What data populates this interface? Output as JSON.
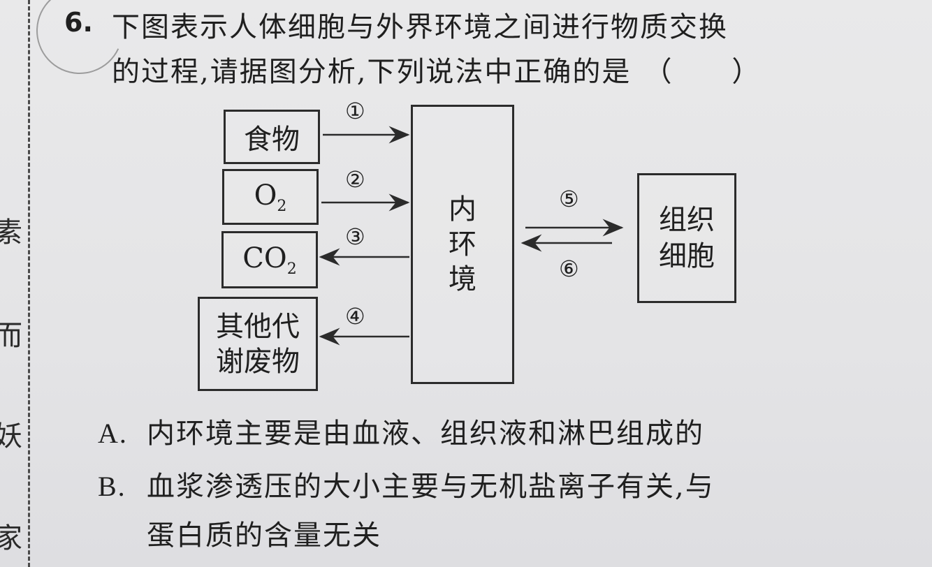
{
  "margin_chars": [
    "素",
    "而",
    "妖",
    "家"
  ],
  "question": {
    "number": "6.",
    "line1": "下图表示人体细胞与外界环境之间进行物质交换",
    "line2": "的过程,请据图分析,下列说法中正确的是",
    "blank": "（　　）"
  },
  "diagram": {
    "boxes": {
      "food": "食物",
      "o2_main": "O",
      "o2_sub": "2",
      "co2_main": "CO",
      "co2_sub": "2",
      "waste_line1": "其他代",
      "waste_line2": "谢废物",
      "internal_env": "内环境",
      "tissue_line1": "组织",
      "tissue_line2": "细胞"
    },
    "labels": [
      "①",
      "②",
      "③",
      "④",
      "⑤",
      "⑥"
    ]
  },
  "options": [
    {
      "letter": "A.",
      "text": "内环境主要是由血液、组织液和淋巴组成的"
    },
    {
      "letter": "B.",
      "text": "血浆渗透压的大小主要与无机盐离子有关,与"
    },
    {
      "letter": "",
      "text": "蛋白质的含量无关"
    }
  ]
}
